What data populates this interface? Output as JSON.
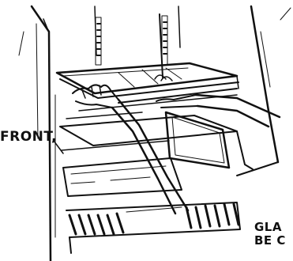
{
  "document": {
    "callouts": {
      "front": "FRONT,",
      "glass_line1": "GLA",
      "glass_line2": "BE C"
    }
  }
}
